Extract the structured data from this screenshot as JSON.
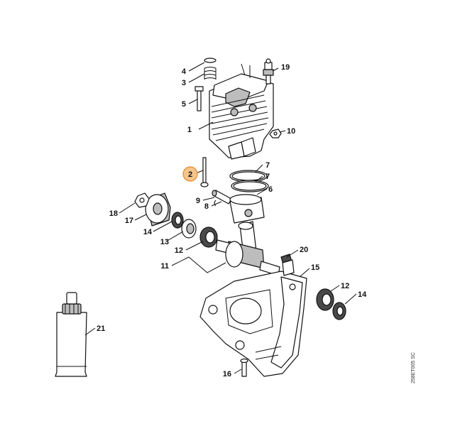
{
  "diagram": {
    "drawing_code": "258ET005 SC",
    "highlighted_callout": "2",
    "callouts": {
      "c1": "1",
      "c2": "2",
      "c3": "3",
      "c4": "4",
      "c5": "5",
      "c6": "6",
      "c7a": "7",
      "c7b": "7",
      "c8": "8",
      "c9": "9",
      "c10": "10",
      "c11": "11",
      "c12a": "12",
      "c12b": "12",
      "c13": "13",
      "c14a": "14",
      "c14b": "14",
      "c15": "15",
      "c16": "16",
      "c17": "17",
      "c18": "18",
      "c19": "19",
      "c20": "20",
      "c21": "21"
    }
  }
}
